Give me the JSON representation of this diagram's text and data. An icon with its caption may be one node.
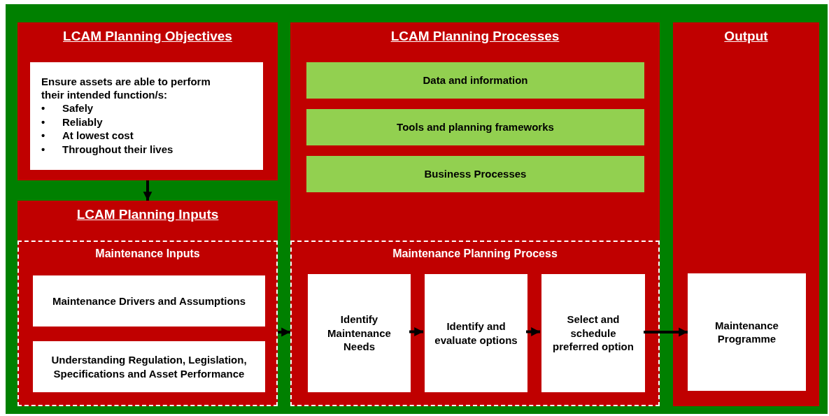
{
  "diagram": {
    "nodes": [
      {
        "text": [
          "LCAM Planning Objectives"
        ]
      },
      {
        "text": [
          "Ensure assets are able to perform their intended function/s:",
          "•",
          "Safely",
          "•",
          "Reliably",
          "•",
          "At lowest cost",
          "•",
          "Throughout their lives"
        ],
        "in": 0
      },
      {
        "text": [
          "LCAM Planning Inputs"
        ]
      },
      {
        "text": [
          "Maintenance Inputs"
        ],
        "in": 2
      },
      {
        "text": [
          "Maintenance Drivers and Assumptions"
        ],
        "in": 3
      },
      {
        "text": [
          "Understanding Regulation, Legislation, Specifications and Asset Performance"
        ],
        "in": 3
      },
      {
        "text": [
          "LCAM Planning Processes"
        ]
      },
      {
        "text": [
          "Data and information"
        ],
        "in": 6
      },
      {
        "text": [
          "Tools and planning frameworks"
        ],
        "in": 6
      },
      {
        "text": [
          "Business Processes"
        ],
        "in": 6
      },
      {
        "text": [
          "Maintenance Planning Process"
        ],
        "in": 6
      },
      {
        "text": [
          "Identify Maintenance Needs"
        ],
        "in": 10
      },
      {
        "text": [
          "Identify and evaluate options"
        ],
        "in": 10
      },
      {
        "text": [
          "Select and schedule preferred option"
        ],
        "in": 10
      },
      {
        "text": [
          "Output"
        ]
      },
      {
        "text": [
          "Maintenance Programme"
        ],
        "in": 14
      }
    ],
    "edges": [
      {
        "from": 0,
        "to": 2,
        "arrow": "to"
      },
      {
        "from": 3,
        "to": 10,
        "arrow": "to"
      },
      {
        "from": 11,
        "to": 12,
        "arrow": "to"
      },
      {
        "from": 12,
        "to": 13,
        "arrow": "to"
      },
      {
        "from": 13,
        "to": 15,
        "arrow": "to"
      }
    ]
  }
}
